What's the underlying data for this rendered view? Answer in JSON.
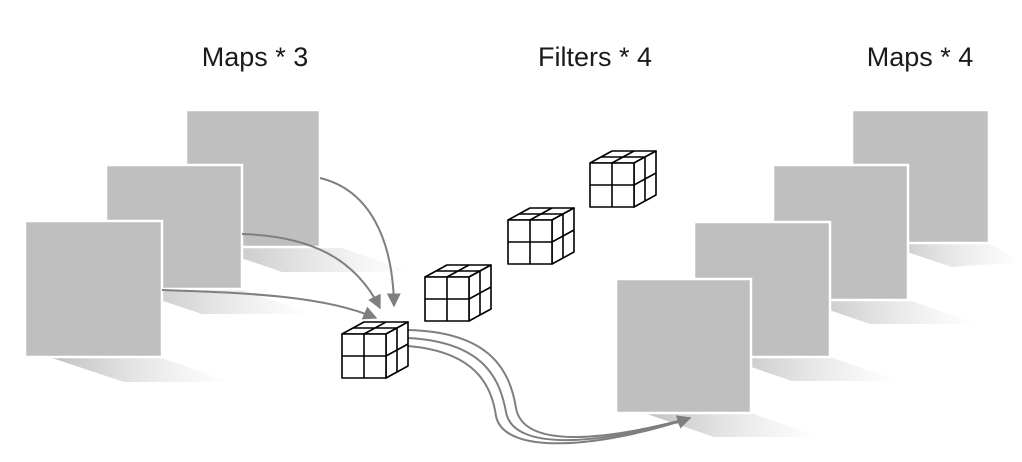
{
  "labels": {
    "input_maps": "Maps * 3",
    "filters": "Filters * 4",
    "output_maps": "Maps * 4"
  },
  "colors": {
    "map_fill": "#bfbfbf",
    "map_border": "#ffffff",
    "cube_stroke": "#000000",
    "cube_fill": "#ffffff",
    "arrow": "#7f7f7f"
  }
}
